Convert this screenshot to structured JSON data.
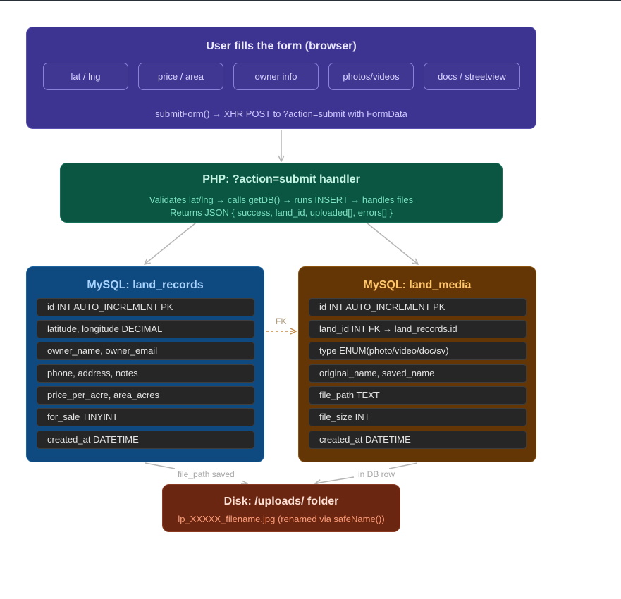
{
  "browser": {
    "title": "User fills the form (browser)",
    "chips": [
      "lat / lng",
      "price / area",
      "owner info",
      "photos/videos",
      "docs / streetview"
    ],
    "footer": "submitForm() → XHR POST to ?action=submit with FormData"
  },
  "php": {
    "title": "PHP: ?action=submit handler",
    "line1": "Validates lat/lng → calls getDB() → runs INSERT → handles files",
    "line2": "Returns JSON { success, land_id, uploaded[], errors[] }"
  },
  "land_records": {
    "title": "MySQL: land_records",
    "fields": [
      "id INT AUTO_INCREMENT PK",
      "latitude, longitude DECIMAL",
      "owner_name, owner_email",
      "phone, address, notes",
      "price_per_acre, area_acres",
      "for_sale TINYINT",
      "created_at DATETIME"
    ]
  },
  "land_media": {
    "title": "MySQL: land_media",
    "fields": [
      "id INT AUTO_INCREMENT PK",
      "land_id INT FK → land_records.id",
      "type ENUM(photo/video/doc/sv)",
      "original_name, saved_name",
      "file_path TEXT",
      "file_size INT",
      "created_at DATETIME"
    ]
  },
  "disk": {
    "title": "Disk: /uploads/ folder",
    "sub": "lp_XXXXX_filename.jpg (renamed via safeName())"
  },
  "connectors": {
    "fk": "FK",
    "file_path_saved": "file_path saved",
    "in_db_row": "in DB row"
  },
  "colors": {
    "browser_bg": "#3d3491",
    "php_bg": "#0b5543",
    "records_bg": "#0e4a80",
    "media_bg": "#643605",
    "disk_bg": "#6b2612",
    "field_bg": "#262626",
    "fk_arrow": "#c08a45",
    "arrow": "#b5b5b5"
  }
}
